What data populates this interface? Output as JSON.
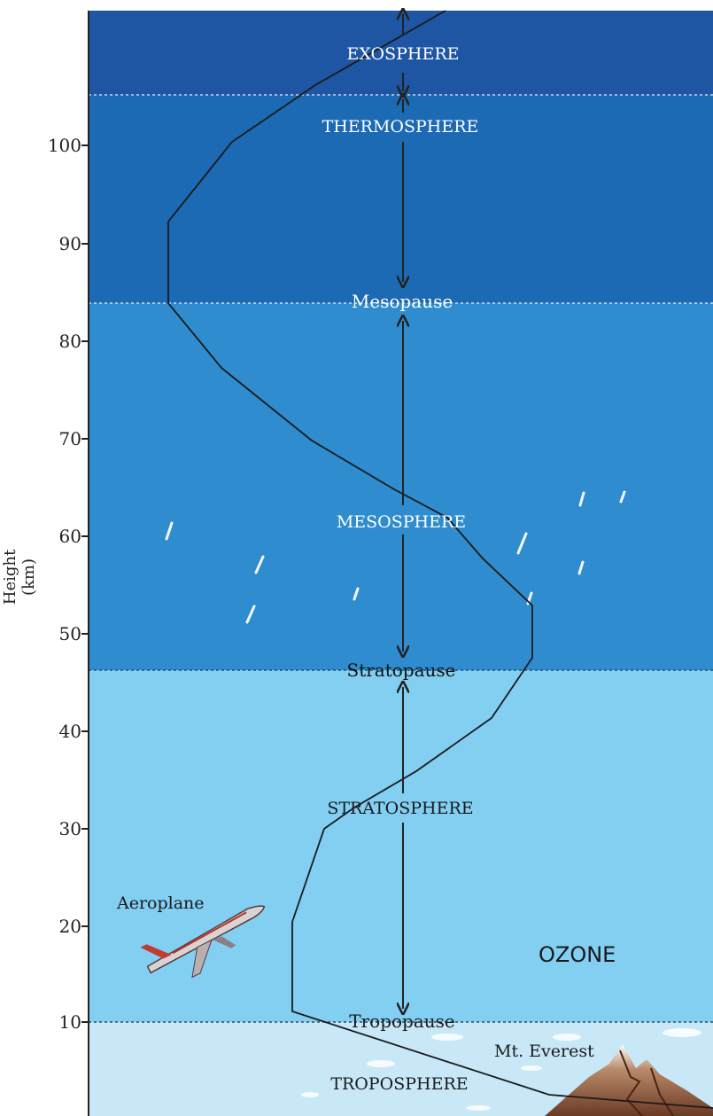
{
  "axis": {
    "ylabel": "Height (km)",
    "ticks": [
      "100",
      "90",
      "80",
      "70",
      "60",
      "50",
      "40",
      "30",
      "20",
      "10"
    ]
  },
  "layers": {
    "exosphere": "EXOSPHERE",
    "thermosphere": "THERMOSPHERE",
    "mesosphere": "MESOSPHERE",
    "stratosphere": "STRATOSPHERE",
    "troposphere": "TROPOSPHERE"
  },
  "boundaries": {
    "mesopause": "Mesopause",
    "stratopause": "Stratopause",
    "tropopause": "Tropopause"
  },
  "objects": {
    "aeroplane": "Aeroplane",
    "everest": "Mt. Everest",
    "ozone": "OZONE"
  },
  "colors": {
    "exosphere": "#1f56a3",
    "thermosphere": "#1d6ab4",
    "mesosphere": "#2f8ccf",
    "stratosphere": "#82cff2",
    "troposphere": "#c8e8f8"
  }
}
